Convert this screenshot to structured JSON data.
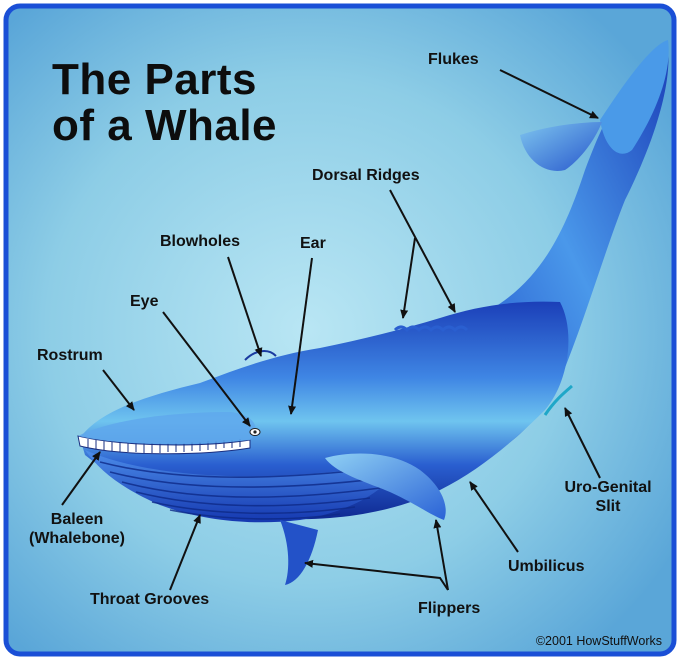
{
  "title": {
    "line1": "The Parts",
    "line2": "of a Whale"
  },
  "labels": {
    "flukes": "Flukes",
    "dorsal_ridges": "Dorsal Ridges",
    "blowholes": "Blowholes",
    "ear": "Ear",
    "eye": "Eye",
    "rostrum": "Rostrum",
    "uro_genital_1": "Uro-Genital",
    "uro_genital_2": "Slit",
    "baleen_1": "Baleen",
    "baleen_2": "(Whalebone)",
    "umbilicus": "Umbilicus",
    "throat_grooves": "Throat Grooves",
    "flippers": "Flippers"
  },
  "credit": "©2001 HowStuffWorks",
  "colors": {
    "frame_border": "#1a4fd6",
    "background": "#8fcfe8",
    "whale_dark": "#0e2a9e",
    "whale_mid": "#2f6fe0",
    "whale_light": "#6fb8f0",
    "belly": "#3a7ee6"
  }
}
